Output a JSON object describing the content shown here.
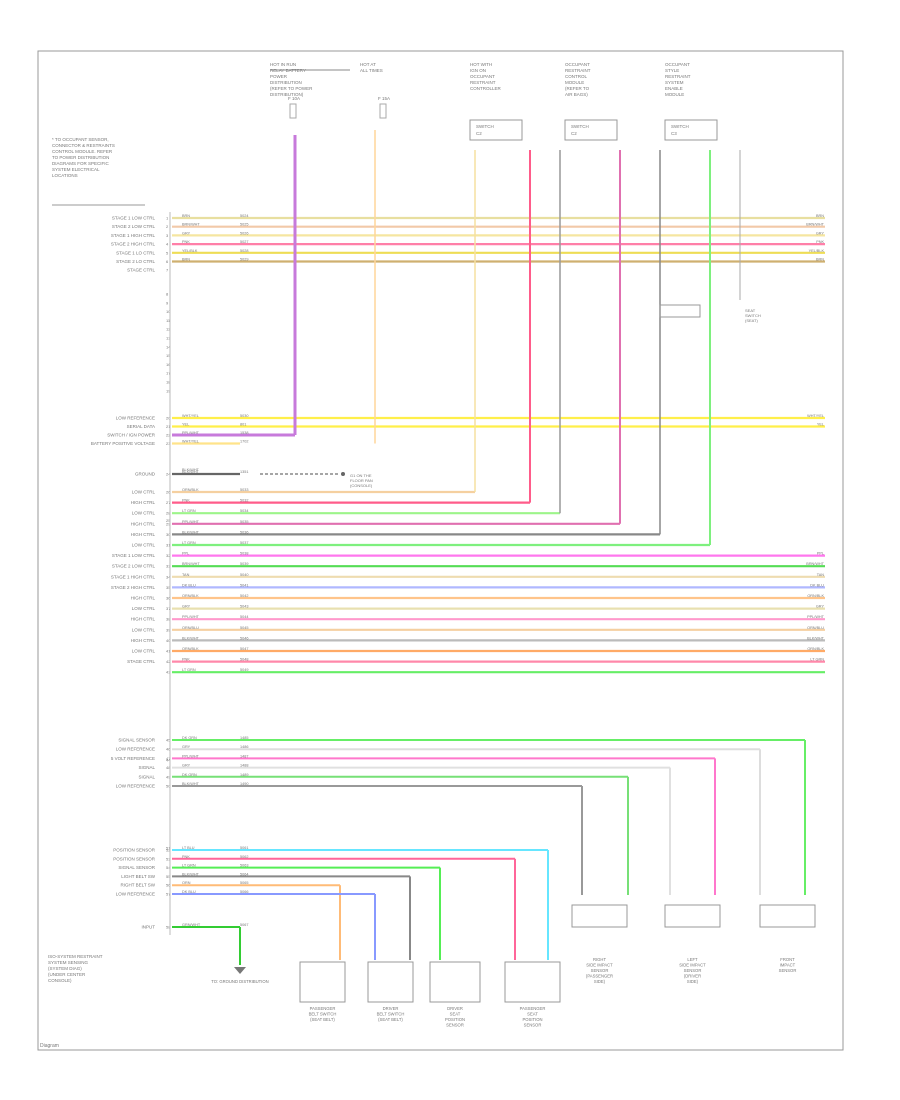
{
  "top_components": [
    {
      "id": "c1",
      "lines": [
        "HOT IN RUN",
        "RELAY BATTERY",
        "POWER",
        "DISTRIBUTION",
        "(REFER TO POWER",
        "DISTRIBUTION)"
      ],
      "fuse": "F",
      "fuse_amp": "10A"
    },
    {
      "id": "c2",
      "lines": [
        "HOT AT",
        "ALL TIMES"
      ],
      "fuse": "F",
      "fuse_amp": "15A"
    },
    {
      "id": "c3",
      "lines": [
        "HOT WITH",
        "IGN ON",
        "OCCUPANT",
        "RESTRAINT",
        "CONTROLLER"
      ],
      "switch": "SWITCH",
      "connector": "C2"
    },
    {
      "id": "c4",
      "lines": [
        "OCCUPANT",
        "RESTRAINT",
        "CONTROL",
        "MODULE",
        "(REFER TO",
        "AIR BAGS)"
      ],
      "switch": "SWITCH",
      "connector": "C2"
    },
    {
      "id": "c5",
      "lines": [
        "OCCUPANT",
        "STYLE",
        "RESTRAINT",
        "SYSTEM",
        "ENABLE",
        "MODULE"
      ],
      "switch": "SWITCH",
      "connector": "C3"
    }
  ],
  "note_lines": [
    "* TO OCCUPANT SENSOR,",
    "CONNECTOR & RESTRAINTS",
    "CONTROL MODULE. REFER",
    "TO POWER DISTRIBUTION",
    "DIAGRAMS FOR SPECIFIC",
    "SYSTEM ELECTRICAL",
    "LOCATIONS"
  ],
  "left_labels": [
    {
      "pin": "1",
      "name": "STAGE 1 LOW CTRL"
    },
    {
      "pin": "2",
      "name": "STAGE 2 LOW CTRL"
    },
    {
      "pin": "3",
      "name": "STAGE 1 HIGH CTRL"
    },
    {
      "pin": "4",
      "name": "STAGE 2 HIGH CTRL"
    },
    {
      "pin": "5",
      "name": "STAGE 1 LO CTRL"
    },
    {
      "pin": "6",
      "name": "STAGE 2 LO CTRL"
    },
    {
      "pin": "7",
      "name": "STAGE CTRL"
    },
    {
      "pin": "20",
      "name": "LOW REFERENCE"
    },
    {
      "pin": "21",
      "name": "SERIAL DATA"
    },
    {
      "pin": "22",
      "name": "SWITCH / IGN POWER"
    },
    {
      "pin": "23",
      "name": "BATTERY POSITIVE VOLTAGE"
    },
    {
      "pin": "24",
      "name": "GROUND"
    },
    {
      "pin": "26",
      "name": "LOW CTRL"
    },
    {
      "pin": "27",
      "name": "HIGH CTRL"
    },
    {
      "pin": "28",
      "name": "LOW CTRL"
    },
    {
      "pin": "29",
      "name": "HIGH CTRL"
    },
    {
      "pin": "30",
      "name": "HIGH CTRL"
    },
    {
      "pin": "31",
      "name": "LOW CTRL"
    },
    {
      "pin": "32",
      "name": "STAGE 1 LOW CTRL"
    },
    {
      "pin": "33",
      "name": "STAGE 2 LOW CTRL"
    },
    {
      "pin": "34",
      "name": "STAGE 1 HIGH CTRL"
    },
    {
      "pin": "35",
      "name": "STAGE 2 HIGH CTRL"
    },
    {
      "pin": "36",
      "name": "HIGH CTRL"
    },
    {
      "pin": "37",
      "name": "LOW CTRL"
    },
    {
      "pin": "38",
      "name": "HIGH CTRL"
    },
    {
      "pin": "39",
      "name": "LOW CTRL"
    },
    {
      "pin": "40",
      "name": "HIGH CTRL"
    },
    {
      "pin": "41",
      "name": "LOW CTRL"
    },
    {
      "pin": "42",
      "name": "STAGE CTRL"
    },
    {
      "pin": "45",
      "name": "SIGNAL SENSOR"
    },
    {
      "pin": "46",
      "name": "LOW REFERENCE"
    },
    {
      "pin": "47",
      "name": "5 VOLT REFERENCE"
    },
    {
      "pin": "48",
      "name": "SIGNAL"
    },
    {
      "pin": "49",
      "name": "SIGNAL"
    },
    {
      "pin": "50",
      "name": "LOW REFERENCE"
    },
    {
      "pin": "52",
      "name": "POSITION SENSOR"
    },
    {
      "pin": "53",
      "name": "POSITION SENSOR"
    },
    {
      "pin": "54",
      "name": "SIGNAL SENSOR"
    },
    {
      "pin": "55",
      "name": "LIGHT BELT SW"
    },
    {
      "pin": "56",
      "name": "RIGHT BELT SW"
    },
    {
      "pin": "57",
      "name": "LOW REFERENCE"
    },
    {
      "pin": "58",
      "name": "INPUT"
    }
  ],
  "wires": [
    {
      "pin": "1",
      "color": "BRN",
      "circuit": "5024",
      "stroke": "#e8dfa0"
    },
    {
      "pin": "2",
      "color": "BRN/WHT",
      "circuit": "5025",
      "stroke": "#f2c9a8"
    },
    {
      "pin": "3",
      "color": "GRY",
      "circuit": "5026",
      "stroke": "#f5e6a0"
    },
    {
      "pin": "4",
      "color": "PNK",
      "circuit": "5027",
      "stroke": "#ff7fa8"
    },
    {
      "pin": "5",
      "color": "YEL/BLK",
      "circuit": "5028",
      "stroke": "#eedd55"
    },
    {
      "pin": "6",
      "color": "BRN",
      "circuit": "5029",
      "stroke": "#cfb070"
    },
    {
      "pin": "20",
      "color": "WHT/YEL",
      "circuit": "5030",
      "stroke": "#ffef4a"
    },
    {
      "pin": "21",
      "color": "YEL",
      "circuit": "801",
      "stroke": "#ffef4a"
    },
    {
      "pin": "22",
      "color": "PPL/WHT",
      "circuit": "1538",
      "stroke": "#c77adb"
    },
    {
      "pin": "23",
      "color": "WHT/YEL",
      "circuit": "1702",
      "stroke": "#ffe38a"
    },
    {
      "pin": "24",
      "color": "BLK/WHT",
      "circuit": "1351",
      "stroke": "#666"
    },
    {
      "pin": "26",
      "color": "ORN/BLK",
      "circuit": "5033",
      "stroke": "#f5d0a0"
    },
    {
      "pin": "27",
      "color": "PNK",
      "circuit": "5032",
      "stroke": "#ff5c8a"
    },
    {
      "pin": "28",
      "color": "LT GRN",
      "circuit": "5034",
      "stroke": "#9df58a"
    },
    {
      "pin": "29",
      "color": "PPL/WHT",
      "circuit": "5035",
      "stroke": "#e070b0"
    },
    {
      "pin": "30",
      "color": "BLK/WHT",
      "circuit": "5036",
      "stroke": "#888"
    },
    {
      "pin": "31",
      "color": "LT GRN",
      "circuit": "5037",
      "stroke": "#7ef07e"
    },
    {
      "pin": "32",
      "color": "PPL",
      "circuit": "5038",
      "stroke": "#ff77ee"
    },
    {
      "pin": "33",
      "color": "BRN/WHT",
      "circuit": "5039",
      "stroke": "#55dd55"
    },
    {
      "pin": "34",
      "color": "TAN",
      "circuit": "5040",
      "stroke": "#eedcb0"
    },
    {
      "pin": "35",
      "color": "DK BLU",
      "circuit": "5041",
      "stroke": "#b0b8ff"
    },
    {
      "pin": "36",
      "color": "ORN/BLK",
      "circuit": "5042",
      "stroke": "#ffc48a"
    },
    {
      "pin": "37",
      "color": "GRY",
      "circuit": "5043",
      "stroke": "#e8e0b0"
    },
    {
      "pin": "38",
      "color": "PPL/WHT",
      "circuit": "5044",
      "stroke": "#ff99cc"
    },
    {
      "pin": "39",
      "color": "ORN/BLU",
      "circuit": "5045",
      "stroke": "#f5cfa0"
    },
    {
      "pin": "40",
      "color": "BLK/WHT",
      "circuit": "5046",
      "stroke": "#bbb"
    },
    {
      "pin": "41",
      "color": "ORN/BLK",
      "circuit": "5047",
      "stroke": "#ffaa66"
    },
    {
      "pin": "42",
      "color": "PNK",
      "circuit": "5048",
      "stroke": "#ff88aa"
    },
    {
      "pin": "43",
      "color": "LT GRN",
      "circuit": "5049",
      "stroke": "#66ee66"
    }
  ],
  "right_labels": [
    "BRN",
    "BRN/WHT",
    "GRY",
    "PNK",
    "YEL/BLK",
    "BRN",
    "WHT/YEL",
    "YEL",
    "PPL",
    "BRN/WHT",
    "TAN",
    "DK BLU",
    "ORN/BLK",
    "GRY",
    "PPL/WHT",
    "ORN/BLU",
    "BLK/WHT",
    "ORN/BLK",
    "LT GRN"
  ],
  "bottom_wires": [
    {
      "pin": "45",
      "color": "DK GRN",
      "circuit": "1485",
      "stroke": "#66ee66"
    },
    {
      "pin": "46",
      "color": "GRY",
      "circuit": "1486",
      "stroke": "#dddddd"
    },
    {
      "pin": "47",
      "color": "PPL/WHT",
      "circuit": "1487",
      "stroke": "#ff77cc"
    },
    {
      "pin": "48",
      "color": "GRY",
      "circuit": "1488",
      "stroke": "#e0e0e0"
    },
    {
      "pin": "49",
      "color": "DK GRN",
      "circuit": "1489",
      "stroke": "#77e077"
    },
    {
      "pin": "50",
      "color": "BLK/WHT",
      "circuit": "1490",
      "stroke": "#999"
    },
    {
      "pin": "52",
      "color": "LT BLU",
      "circuit": "5061",
      "stroke": "#66e6ff"
    },
    {
      "pin": "53",
      "color": "PNK",
      "circuit": "5062",
      "stroke": "#ff6699"
    },
    {
      "pin": "54",
      "color": "LT GRN",
      "circuit": "5063",
      "stroke": "#55ee55"
    },
    {
      "pin": "55",
      "color": "BLK/WHT",
      "circuit": "5064",
      "stroke": "#888"
    },
    {
      "pin": "56",
      "color": "ORN",
      "circuit": "5065",
      "stroke": "#ffbb77"
    },
    {
      "pin": "57",
      "color": "DK BLU",
      "circuit": "5066",
      "stroke": "#8899ff"
    },
    {
      "pin": "58",
      "color": "GRN/WHT",
      "circuit": "5067",
      "stroke": "#33cc33"
    }
  ],
  "bottom_modules": [
    {
      "lines": [
        "PASSENGER",
        "BELT SWITCH",
        "(SEAT BELT)"
      ]
    },
    {
      "lines": [
        "DRIVER",
        "BELT SWITCH",
        "(SEAT BELT)"
      ]
    },
    {
      "lines": [
        "DRIVER",
        "SEAT",
        "POSITION",
        "SENSOR"
      ]
    },
    {
      "lines": [
        "PASSENGER",
        "SEAT",
        "POSITION",
        "SENSOR"
      ]
    },
    {
      "lines": [
        "RIGHT",
        "SIDE IMPACT",
        "SENSOR",
        "(PASSENGER",
        "SIDE)"
      ]
    },
    {
      "lines": [
        "LEFT",
        "SIDE IMPACT",
        "SENSOR",
        "(DRIVER",
        "SIDE)"
      ]
    },
    {
      "lines": [
        "FRONT",
        "IMPACT",
        "SENSOR"
      ]
    }
  ],
  "bottom_left_note": [
    "ISO-SYSTEM RESTRAINT",
    "SYSTEM SENSING",
    "(SYSTEM DIAG)",
    "(UNDER CENTER",
    "CONSOLE)"
  ],
  "ground_label": [
    "G1 ON THE",
    "FLOOR PAN",
    "(CONSOLE)"
  ],
  "ground_ref": "TO: GROUND DISTRIBUTION",
  "footer": "Diagram",
  "switch_note": [
    "SEAT",
    "SWITCH",
    "(SEAT)"
  ]
}
